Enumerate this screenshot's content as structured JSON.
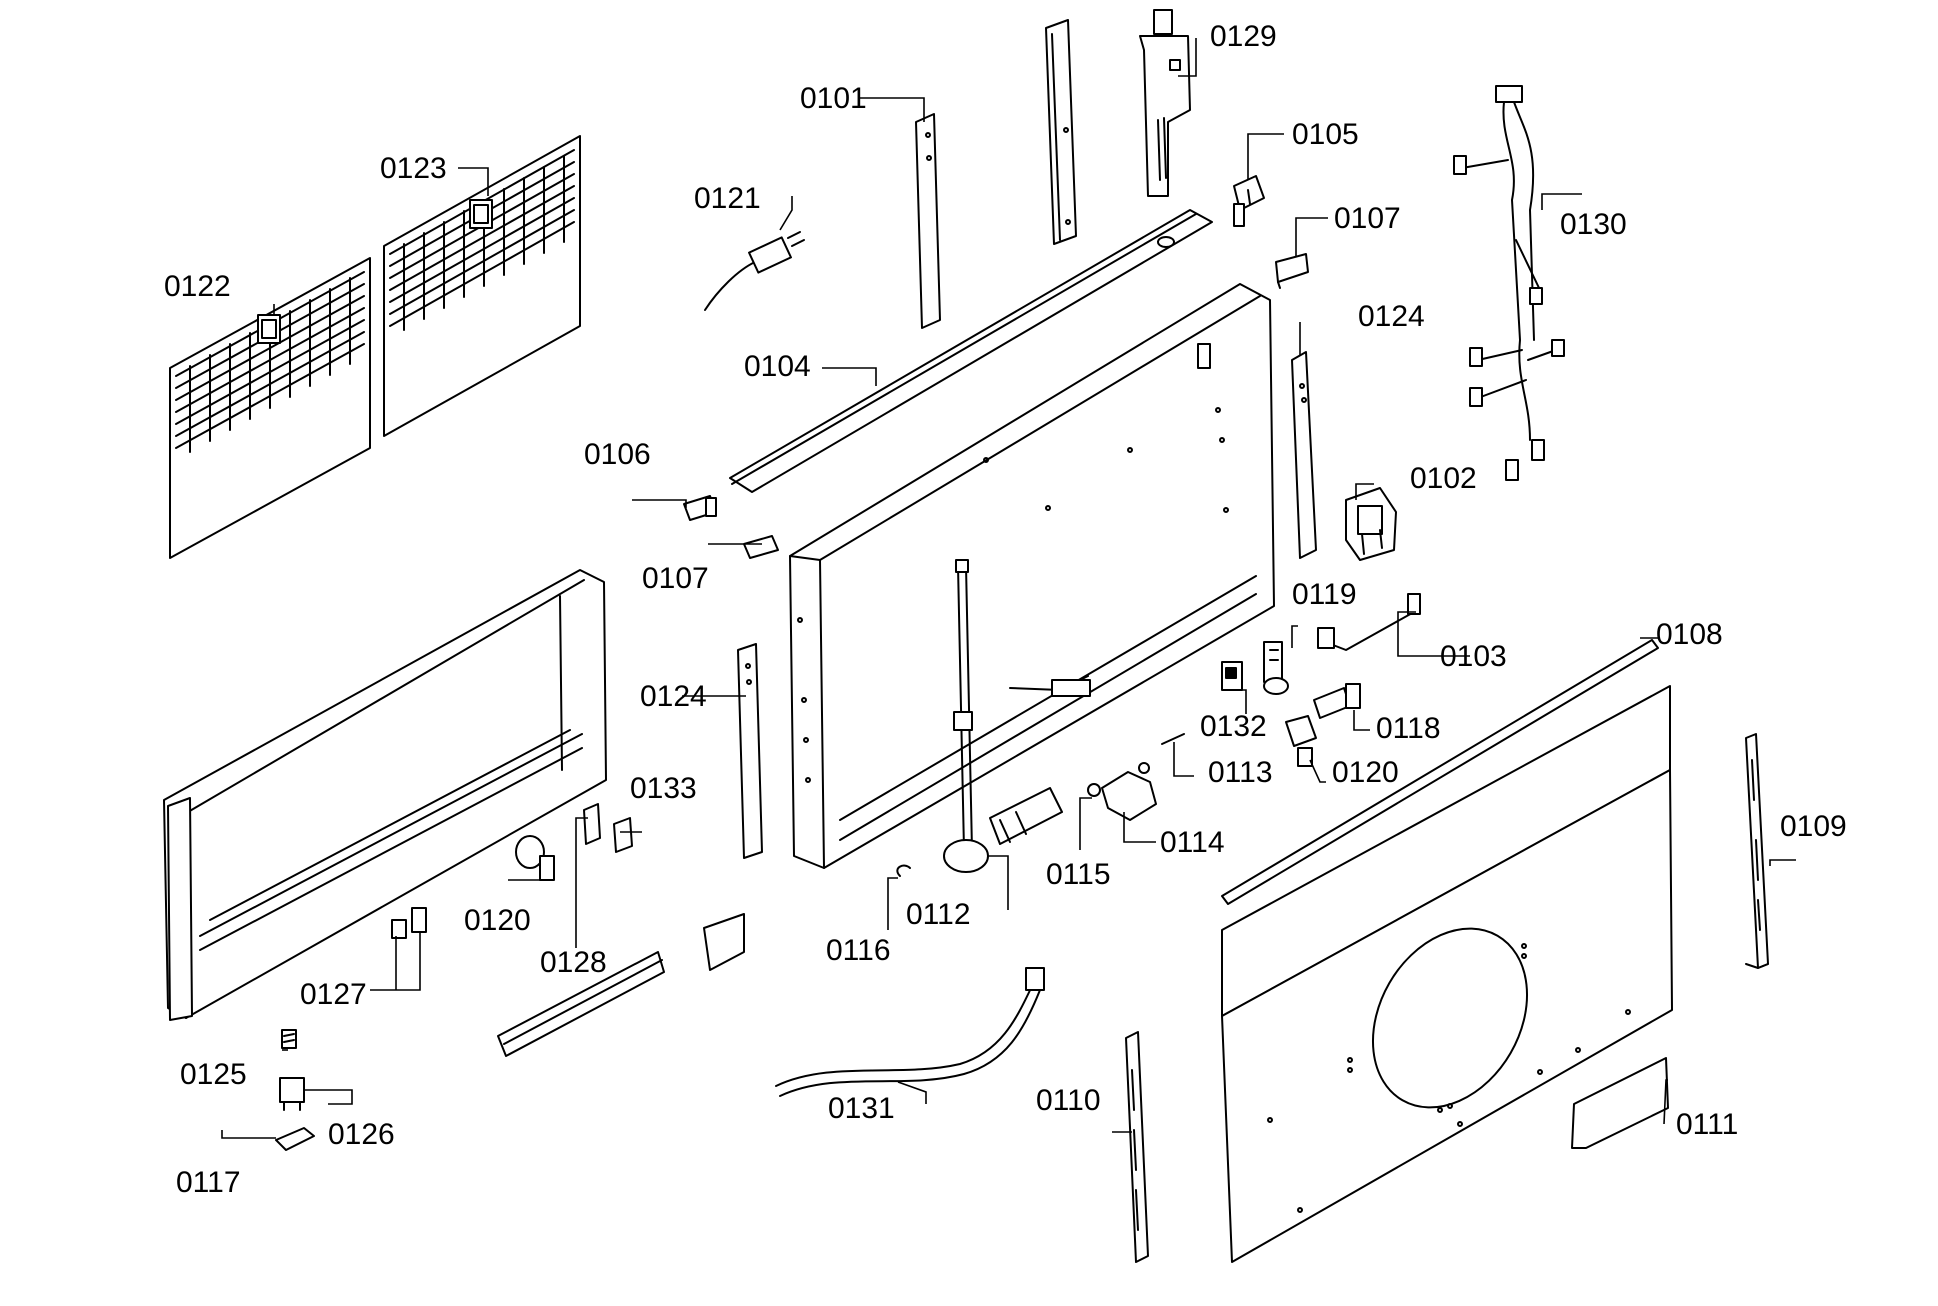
{
  "diagram": {
    "labels": {
      "p0101": "0101",
      "p0102": "0102",
      "p0103": "0103",
      "p0104": "0104",
      "p0105": "0105",
      "p0106": "0106",
      "p0107a": "0107",
      "p0107b": "0107",
      "p0108": "0108",
      "p0109": "0109",
      "p0110": "0110",
      "p0111": "0111",
      "p0112": "0112",
      "p0113": "0113",
      "p0114": "0114",
      "p0115": "0115",
      "p0116": "0116",
      "p0117": "0117",
      "p0118": "0118",
      "p0119": "0119",
      "p0120a": "0120",
      "p0120b": "0120",
      "p0121": "0121",
      "p0122": "0122",
      "p0123": "0123",
      "p0124a": "0124",
      "p0124b": "0124",
      "p0125": "0125",
      "p0126": "0126",
      "p0127": "0127",
      "p0128": "0128",
      "p0129": "0129",
      "p0130": "0130",
      "p0131": "0131",
      "p0132": "0132",
      "p0133": "0133"
    },
    "colors": {
      "ink": "#000000",
      "paper": "#ffffff"
    }
  }
}
